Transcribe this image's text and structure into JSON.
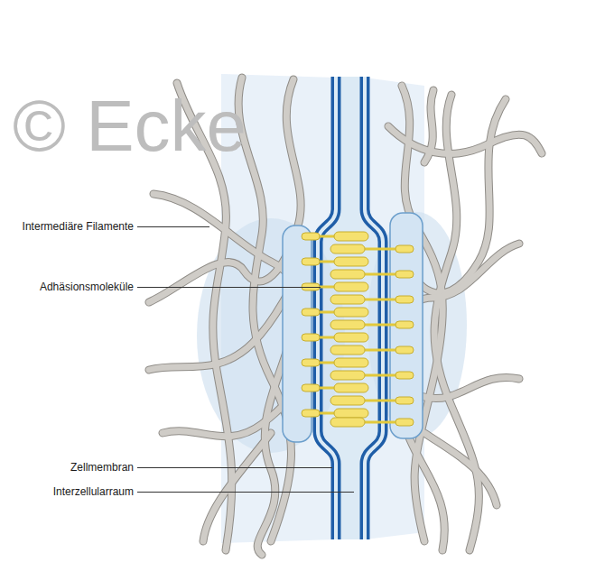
{
  "diagram": {
    "labels": [
      "© Ecke",
      "Intermediäre Filamente",
      "Adhäsionsmoleküle",
      "Zellmembran",
      "Interzellularraum"
    ]
  }
}
